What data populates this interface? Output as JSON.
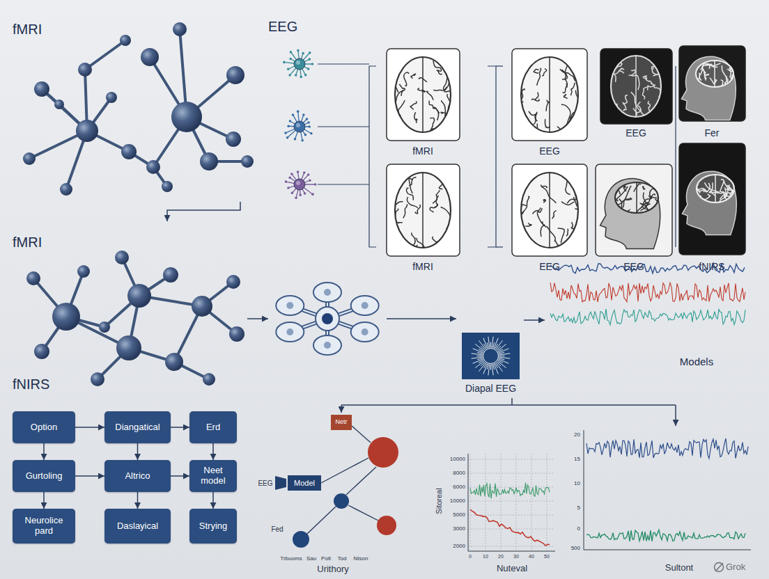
{
  "diagram": {
    "nodes": [
      {
        "text": [
          "Option"
        ]
      },
      {
        "text": [
          "Diangatical"
        ]
      },
      {
        "text": [
          "Erd"
        ]
      },
      {
        "text": [
          "Gurtoling"
        ]
      },
      {
        "text": [
          "Altrico"
        ]
      },
      {
        "text": [
          "Neet model"
        ]
      },
      {
        "text": [
          "Neurolice pard"
        ]
      },
      {
        "text": [
          "Daslayical"
        ]
      },
      {
        "text": [
          "Strying"
        ]
      },
      {
        "text": [
          "Diapal EEG"
        ]
      },
      {
        "text": [
          "Netr"
        ]
      },
      {
        "text": [
          "Model"
        ]
      }
    ],
    "edges": [
      {
        "from": 0,
        "to": 1,
        "arrow": "to"
      },
      {
        "from": 1,
        "to": 2,
        "arrow": "to"
      },
      {
        "from": 0,
        "to": 3,
        "arrow": "to"
      },
      {
        "from": 1,
        "to": 4,
        "arrow": "to"
      },
      {
        "from": 2,
        "to": 5,
        "arrow": "to"
      },
      {
        "from": 3,
        "to": 4,
        "arrow": "to"
      },
      {
        "from": 4,
        "to": 5,
        "arrow": "to"
      },
      {
        "from": 3,
        "to": 6,
        "arrow": "to"
      },
      {
        "from": 4,
        "to": 7,
        "arrow": "to"
      },
      {
        "from": 5,
        "to": 8,
        "arrow": "to"
      }
    ],
    "labels": [
      "fMRI",
      "EEG",
      "fMRI",
      "EEG",
      "EEG",
      "Fer",
      "fMRI",
      "EEG",
      "EEG",
      "fNIRS",
      "fMRI",
      "fNIRS",
      "Models",
      "EEG",
      "Fed",
      "Trbuoms",
      "Sau",
      "Polt",
      "Tod",
      "Ntson",
      "Urithory",
      "10000",
      "8000",
      "6000",
      "10000",
      "5000",
      "3000",
      "2000",
      "Sitoreal",
      "0",
      "10",
      "20",
      "30",
      "40",
      "50",
      "Nuteval",
      "20",
      "15",
      "10",
      "5",
      "0",
      "500",
      "Sultont",
      "Grok"
    ]
  }
}
